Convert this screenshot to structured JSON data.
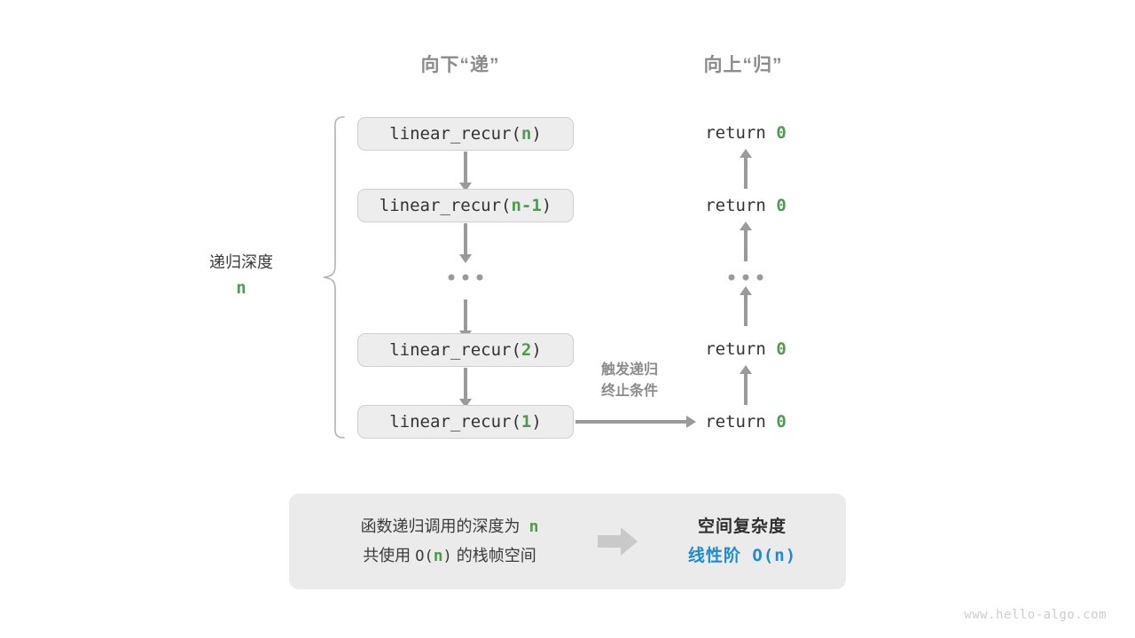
{
  "headings": {
    "down": "向下“递”",
    "up": "向上“归”"
  },
  "depth_annotation": {
    "label": "递归深度",
    "value": "n"
  },
  "call_stack": [
    {
      "prefix": "linear_recur(",
      "arg": "n",
      "suffix": ")"
    },
    {
      "prefix": "linear_recur(",
      "arg": "n-1",
      "suffix": ")"
    },
    {
      "prefix": "linear_recur(",
      "arg": "2",
      "suffix": ")"
    },
    {
      "prefix": "linear_recur(",
      "arg": "1",
      "suffix": ")"
    }
  ],
  "ellipsis": "…",
  "returns": [
    {
      "keyword": "return",
      "value": "0"
    },
    {
      "keyword": "return",
      "value": "0"
    },
    {
      "keyword": "return",
      "value": "0"
    },
    {
      "keyword": "return",
      "value": "0"
    }
  ],
  "trigger_note": {
    "line1": "触发递归",
    "line2": "终止条件"
  },
  "summary": {
    "left_line1_a": "函数递归调用的深度为",
    "left_line1_n": "n",
    "left_line2_a": "共使用",
    "left_line2_b": "O(",
    "left_line2_n": "n",
    "left_line2_c": ")",
    "left_line2_d": "的栈帧空间",
    "right_head": "空间复杂度",
    "right_order": "线性阶",
    "right_value": "O(n)"
  },
  "watermark": "www.hello-algo.com",
  "colors": {
    "accent_green": "#4e9a4e",
    "accent_blue": "#1f8ad0",
    "arrow_gray": "#9a9a9a",
    "box_fill": "#ededed",
    "panel_fill": "#ebebeb"
  }
}
